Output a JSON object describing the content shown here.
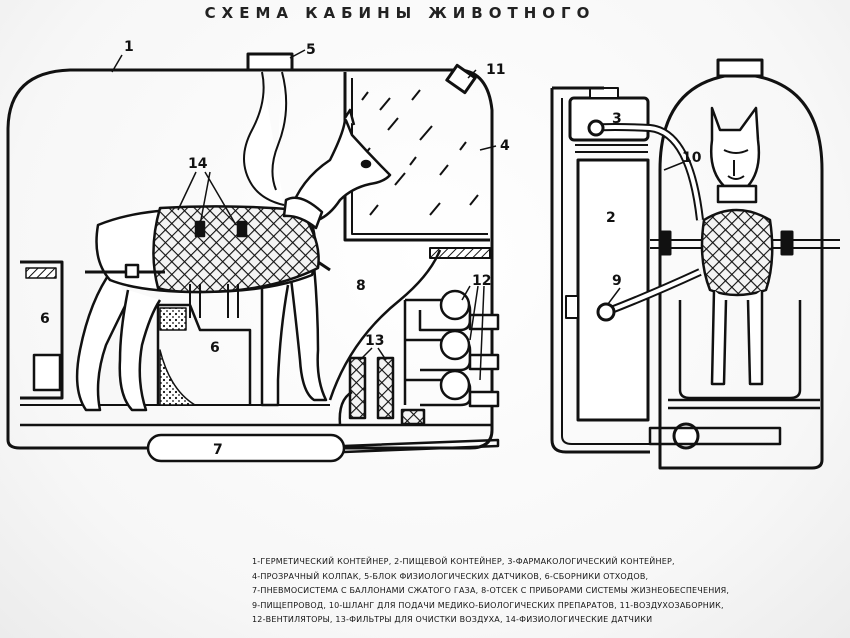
{
  "title": "СХЕМА КАБИНЫ ЖИВОТНОГО",
  "labels": {
    "n1": "1",
    "n2": "2",
    "n3": "3",
    "n4": "4",
    "n5": "5",
    "n6a": "6",
    "n6b": "6",
    "n7": "7",
    "n8": "8",
    "n9": "9",
    "n10": "10",
    "n11": "11",
    "n12": "12",
    "n13": "13",
    "n14": "14"
  },
  "legend": [
    "1-ГЕРМЕТИЧЕСКИЙ КОНТЕЙНЕР, 2-ПИЩЕВОЙ КОНТЕЙНЕР, 3-ФАРМАКОЛОГИЧЕСКИЙ КОНТЕЙНЕР,",
    "4-ПРОЗРАЧНЫЙ КОЛПАК, 5-БЛОК ФИЗИОЛОГИЧЕСКИХ ДАТЧИКОВ, 6-СБОРНИКИ ОТХОДОВ,",
    "7-ПНЕВМОСИСТЕМА С БАЛЛОНАМИ СЖАТОГО ГАЗА, 8-ОТСЕК С ПРИБОРАМИ СИСТЕМЫ ЖИЗНЕОБЕСПЕЧЕНИЯ,",
    "9-ПИЩЕПРОВОД, 10-ШЛАНГ ДЛЯ ПОДАЧИ МЕДИКО-БИОЛОГИЧЕСКИХ ПРЕПАРАТОВ, 11-ВОЗДУХОЗАБОРНИК,",
    "12-ВЕНТИЛЯТОРЫ, 13-ФИЛЬТРЫ ДЛЯ ОЧИСТКИ ВОЗДУХА, 14-ФИЗИОЛОГИЧЕСКИЕ ДАТЧИКИ"
  ]
}
